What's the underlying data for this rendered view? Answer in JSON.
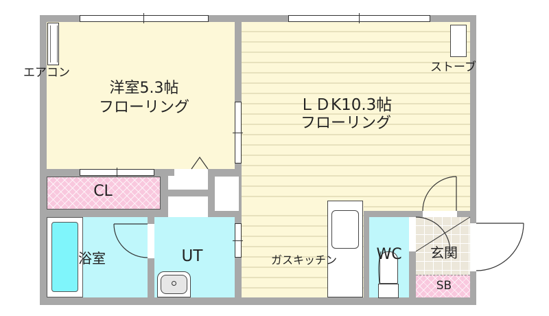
{
  "floorplan": {
    "rooms": {
      "western_room": {
        "title": "洋室5.3帖",
        "floor": "フローリング"
      },
      "ldk": {
        "title": "ＬＤK10.3帖",
        "floor": "フローリング"
      },
      "closet": {
        "label": "CL"
      },
      "bathroom": {
        "label": "浴室"
      },
      "utility": {
        "label": "UT"
      },
      "toilet": {
        "label": "WC"
      },
      "entrance": {
        "label": "玄関"
      },
      "shoe_box": {
        "label": "SB"
      }
    },
    "fixtures": {
      "air_conditioner": {
        "label": "エアコン"
      },
      "stove": {
        "label": "ストーブ"
      },
      "kitchen": {
        "label": "ガスキッチン"
      }
    },
    "colors": {
      "wall": "#a8a8a8",
      "wood_floor": "#fdf8d8",
      "wet_area": "#bff7fb",
      "storage": "#f9c8de",
      "entrance_tile": "#ece7da",
      "bathtub": "#7ff5fb"
    }
  }
}
